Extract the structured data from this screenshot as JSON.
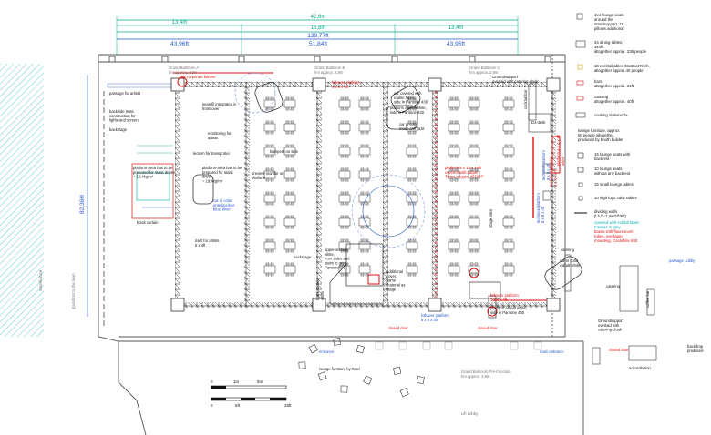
{
  "dimensions": {
    "top_segments": [
      "13,4m",
      "15,8m",
      "13,4m"
    ],
    "total_m": "42,6m",
    "total_ft": "139,77ft",
    "left_ft": "43,96ft",
    "mid_ft": "51,84ft",
    "right_ft": "43,96ft",
    "side_m": "82,36H"
  },
  "rooms": {
    "ballroom_a": "Grand Ballroom A\nhm approx. 3,9m",
    "ballroom_b": "Grand Ballroom B\nhm approx. 3,9m",
    "ballroom_c": "Grand Ballroom C\nhm approx. 3,9m",
    "prefunction": "Grand Ballroom Pre-Function\nhm approx. 3,9m",
    "lift_lobby": "Lift Lobby",
    "passage_lobby": "passage Lobby",
    "accreditation": "accreditation",
    "entrance_left": "entrance",
    "entrance_right": "main entrance",
    "water_feature": "waterfeature",
    "glassfront": "glassfront to the lawn"
  },
  "labels": {
    "vw_banner": "VW corporate banner",
    "passage_artists": "passage for artists",
    "backside_truss": "backside truss\nconstruction for\nlights and screen",
    "backstage": "backstage",
    "platform_static_1": "platform-area has to be\nprepared for static driven,\n~ 19,4kg/m²",
    "black_curtain": "black curtain",
    "seamfil": "seamfil integrated in\nfrontcover",
    "monitoring_artists": "monitoring for\nartists",
    "lectern": "lectern for transporter",
    "platform_static_2": "platform-area has to be\nprepared for static\ndriven,\n~ 19,4kg/m²",
    "car_blue": "car in color\nantelopcilver\nblue silver",
    "riser_artists": "riser for artists\n6 x 4ft",
    "preview_monitor": "preview monitor on\nplatform",
    "bumpers_side": "bumpers on side",
    "follower_1": "follower platform\n4 x 4 x 4ft",
    "car_covered": "car covered with\nrouble fabric,\nside in Pantone 430",
    "platform_above": "platform above white,\nside in Pantone 430",
    "car_moss": "car in color\nmoss-anthrazit",
    "platform_carpet": "platform 8 x 12 x 2.5ft\ncovered with carpet\n'forma rieggee 451007'",
    "stage_area": "stage area",
    "backstage_2": "backstage",
    "black_curtain_2": "black curtain\nwhite",
    "upper_surface": "upper-surface\nwhite,\nfront sides and\nstairs in grey,\nPantone430",
    "additional_cover": "additional\ncover,\nsame\nmaterial as\nstage",
    "follower_2": "follower platform\n6 x 6 x 4ft",
    "follower_3": "follower platform\n4 x 4 x 4ft",
    "platform_white_2": "platform above white,\nside in Pantone 430",
    "car_cobalt": "car in color\ncobalt-white",
    "cocktail_bar": "cocktail bar",
    "dj_desk": "DJ-desk",
    "groundsupport_1": "Groundsupport\noverlaid with catering-cloak",
    "groundsupport_2": "Groundsupport\noverlaid with\ncatering-cloak",
    "catering_1": "catering",
    "catering_2": "catering",
    "closed_door_1": "closed door",
    "closed_door_2": "closed door",
    "closed_door_3": "closed door",
    "lounge_hotel": "lounge furniture by hotel",
    "backdrop": "backdrop\nproduced",
    "coffee_bar": "coffee bar",
    "tech_screen": "technical platform\n6 x 4 x 4 ft",
    "tech_dj": "technical platform\n8 x 8 x 4ft",
    "mag_stand": "platform 4 x 4 x 6ft\nwhite",
    "tech_platform_red": "technical platform\n8 x 8 x 4ft"
  },
  "legend": {
    "lounge_seats": "4x4 lounge seats\naround the\nstandsupport, 18\npillows additional",
    "dining_tables": "34 dining tables,\n3x4ft,\naltogether approx. 238 people",
    "cocktail_tables": "10 cocktailtables 36x36x47inch,\naltogether approx.40 people",
    "bars": "bars\naltogether approx. 21ft",
    "catering": "catering\naltogether approx. 40ft",
    "cooking": "cooking stations 7x.",
    "lounge_furniture": "lounge furniture, approx.\n50 people altogether,\nproduced by booth builder",
    "lounge_backrest": "15 lounge seats with\nbackrest",
    "lounge_no_backrest": "10 lounge seats\nwithout any backrest",
    "small_tables": "15 small lounge tables",
    "cube_tables": "10 high logo cube tables",
    "dividing_walls": "dividing walls\n(l,b,h=1,2m/1ft/8ft)",
    "covered_fabric": "covered with exhibit fabric\nCanvas in grey",
    "bases_fluor": "bases with fluorescent\ntubes, overlaped\nmounting, Coolwhite 840"
  },
  "scale": {
    "m_ticks": [
      "0",
      "1m",
      "5m"
    ],
    "ft_ticks": [
      "0",
      "5ft",
      "25ft"
    ]
  },
  "colors": {
    "truss": "#333333",
    "accent_red": "#dd1111",
    "accent_blue": "#2255cc",
    "accent_cyan": "#00aaaa",
    "dim_green": "#00aa88",
    "wall": "#555555",
    "hatch": "#00aa99"
  }
}
